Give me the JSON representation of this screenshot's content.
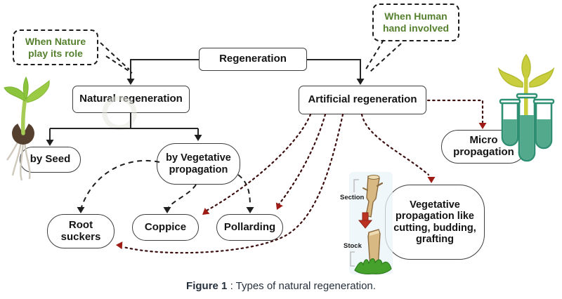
{
  "colors": {
    "green_text": "#55812e",
    "box_border": "#3e3e3e",
    "red_arrow": "#9e1c15",
    "dotted_line": "#3c1010",
    "tube_green": "#53a98c",
    "leaf_yellow_green": "#c9ce3e"
  },
  "callouts": {
    "nature": "When Nature\nplay its role",
    "human": "When Human\nhand involved"
  },
  "nodes": {
    "regeneration": "Regeneration",
    "natural": "Natural regeneration",
    "artificial": "Artificial regeneration",
    "by_seed": "by Seed",
    "by_vegetative": "by Vegetative\npropagation",
    "root_suckers": "Root\nsuckers",
    "coppice": "Coppice",
    "pollarding": "Pollarding",
    "micro_propagation": "Micro\npropagation",
    "vegetative_methods": "Vegetative\npropagation like\ncutting, budding,\ngrafting"
  },
  "illustration_labels": {
    "section": "Section",
    "stock": "Stock"
  },
  "caption": {
    "label": "Figure 1",
    "text": " : Types of natural regeneration."
  }
}
